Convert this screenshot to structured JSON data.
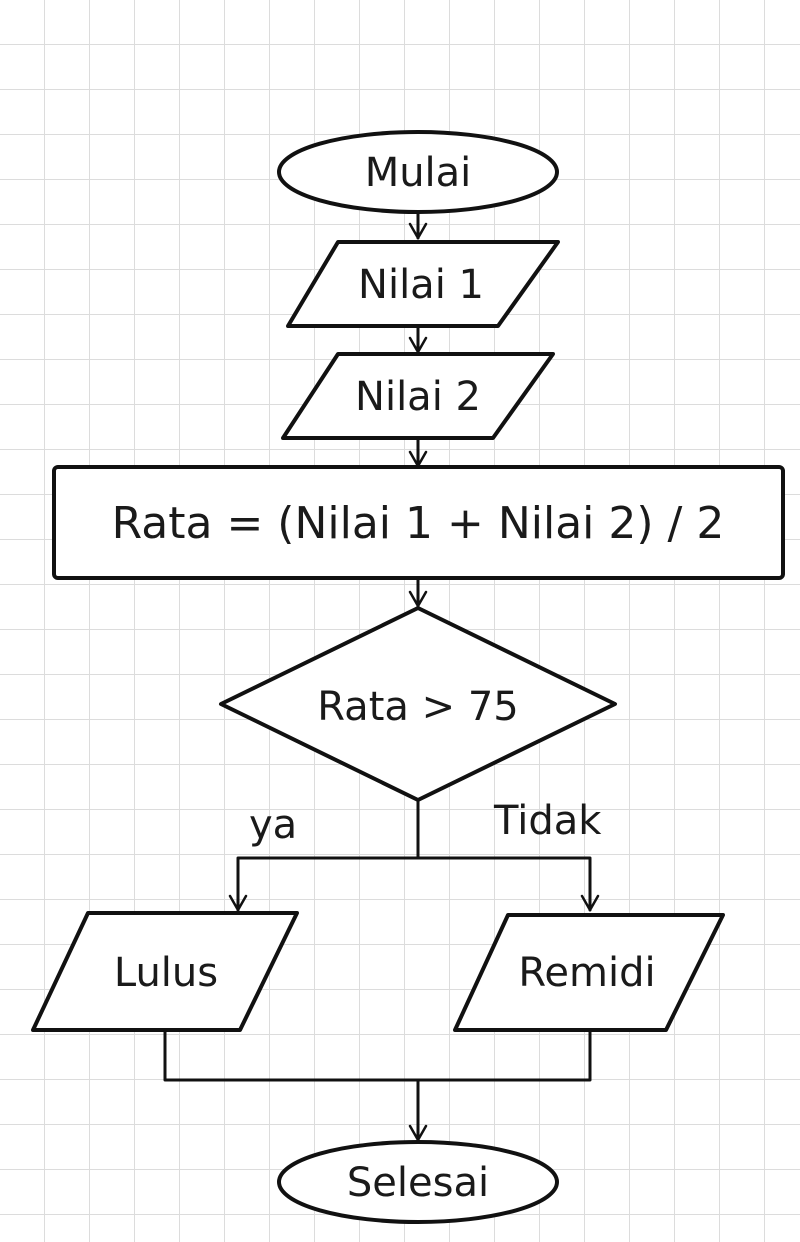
{
  "flowchart": {
    "start": "Mulai",
    "input1": "Nilai 1",
    "input2": "Nilai 2",
    "process": "Rata = (Nilai 1 + Nilai 2) / 2",
    "decision": "Rata > 75",
    "branch_yes": "ya",
    "branch_no": "Tidak",
    "output_yes": "Lulus",
    "output_no": "Remidi",
    "end": "Selesai"
  }
}
